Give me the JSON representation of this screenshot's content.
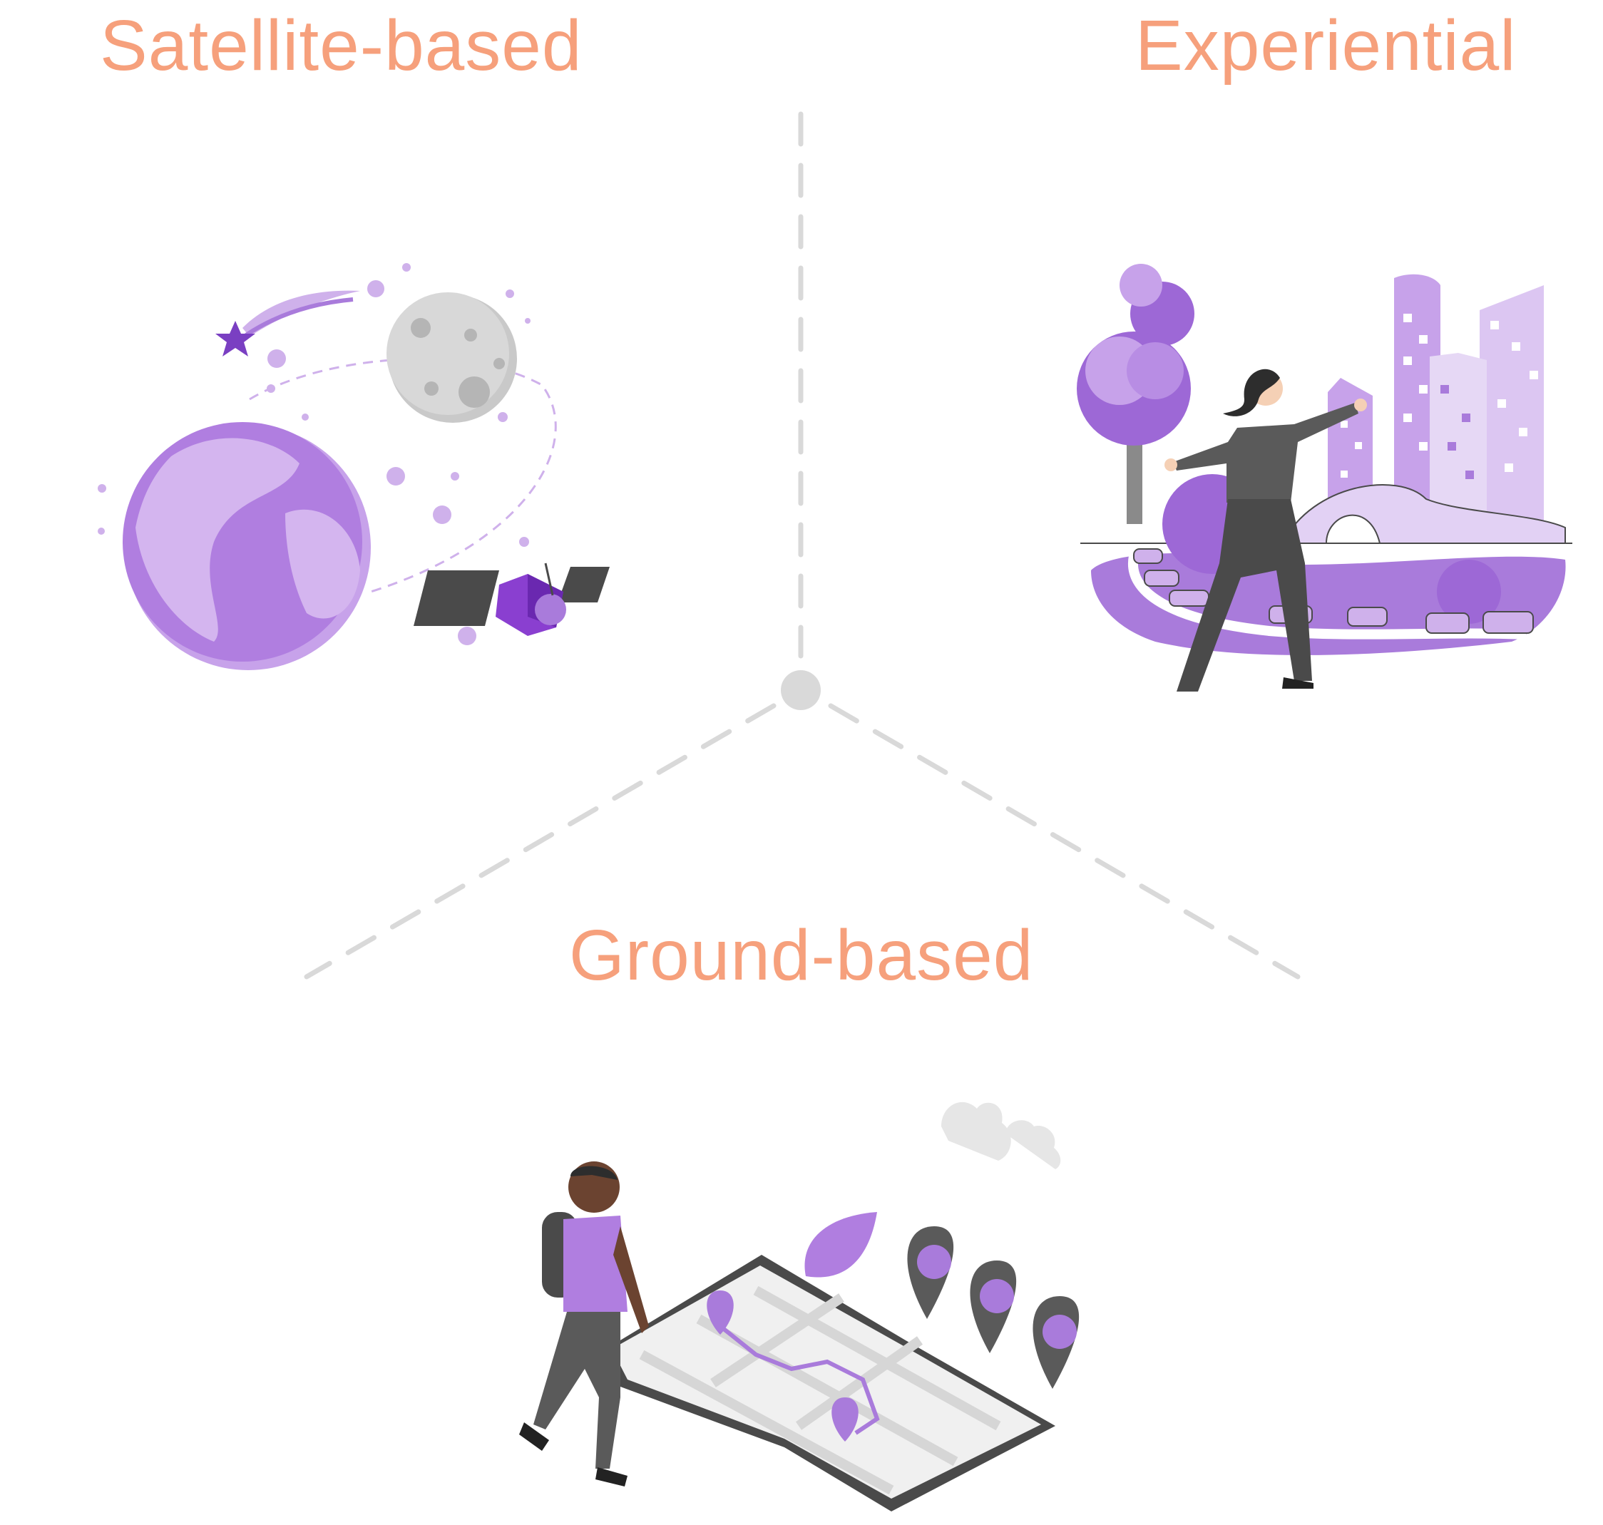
{
  "labels": {
    "satellite": "Satellite-based",
    "experiential": "Experiential",
    "ground": "Ground-based"
  },
  "colors": {
    "label": "#f6a07c",
    "divider": "#d9d9d9",
    "purple": "#a97bdb",
    "purple_light": "#cfb1eb",
    "purple_dark": "#7a3fc2",
    "gray": "#5a5a5a",
    "gray_light": "#d8d8d8"
  },
  "icons": {
    "satellite_scene": "earth-moon-satellite-illustration",
    "experiential_scene": "woman-walking-city-illustration",
    "ground_scene": "man-walking-on-map-illustration"
  }
}
